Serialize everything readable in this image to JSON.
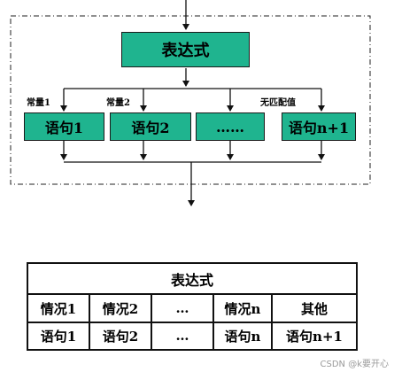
{
  "flow": {
    "expr": "表达式",
    "case_labels": [
      "常量1",
      "常量2",
      "无匹配值"
    ],
    "statements": [
      "语句1",
      "语句2",
      "……",
      "语句n+1"
    ]
  },
  "table": {
    "header": "表达式",
    "row1": [
      "情况1",
      "情况2",
      "…",
      "情况n",
      "其他"
    ],
    "row2": [
      "语句1",
      "语句2",
      "…",
      "语句n",
      "语句n+1"
    ]
  },
  "watermark": "CSDN @k要开心",
  "colors": {
    "box_fill": "#1fb48f",
    "line": "#111111"
  }
}
